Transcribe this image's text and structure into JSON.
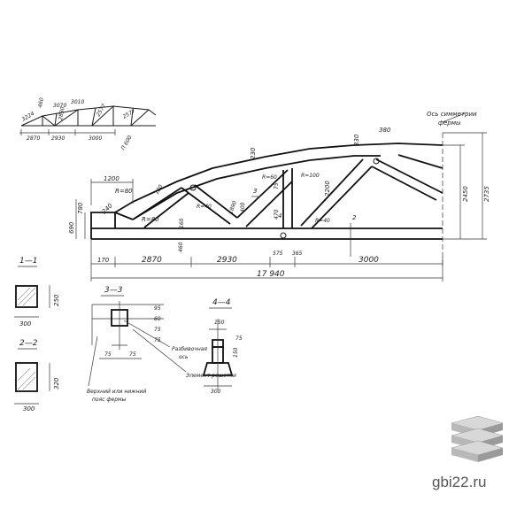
{
  "mini": {
    "tops": [
      "3224",
      "460",
      "3070",
      "3010",
      "2830",
      "2577",
      "2577"
    ],
    "spans": [
      "2870",
      "2930",
      "3000"
    ],
    "code": "П 600"
  },
  "main": {
    "axis_label_1": "Ось симметрии",
    "axis_label_2": "фермы",
    "dims": {
      "d380": "380",
      "d330": "330",
      "d230": "230",
      "d1200": "1200",
      "r80a": "R=80",
      "r80b": "R=80",
      "d240": "240",
      "d780": "780",
      "d690": "690",
      "d2450": "2450",
      "d2735": "2735",
      "d2200": "2200",
      "d170": "170",
      "d2870": "2870",
      "d2930": "2930",
      "d3000": "3000",
      "d575": "575",
      "d365": "365",
      "total": "17 940",
      "r40a": "R=40",
      "r40b": "R=40",
      "r60": "R=60",
      "r100": "R=100",
      "d120": "120",
      "d75": "75",
      "d470": "470",
      "d460": "460",
      "d400": "400",
      "d160": "160",
      "d1890": "1890"
    },
    "cuts": {
      "c3": "3",
      "c4": "4",
      "c2": "2"
    }
  },
  "sec11": {
    "title": "1—1",
    "w": "300",
    "h": "250"
  },
  "sec22": {
    "title": "2—2",
    "w": "300",
    "h": "320"
  },
  "sec33": {
    "title": "3—3",
    "dims": [
      "95",
      "60",
      "75",
      "75",
      "75",
      "75"
    ],
    "label_axis_1": "Разбивочная",
    "label_axis_2": "ось",
    "label_elem": "Элемент решетки",
    "label_belt_1": "Верхний или нижний",
    "label_belt_2": "пояс фермы"
  },
  "sec44": {
    "title": "4—4",
    "dims": [
      "150",
      "75",
      "150",
      "300"
    ]
  },
  "watermark": "gbi22.ru"
}
